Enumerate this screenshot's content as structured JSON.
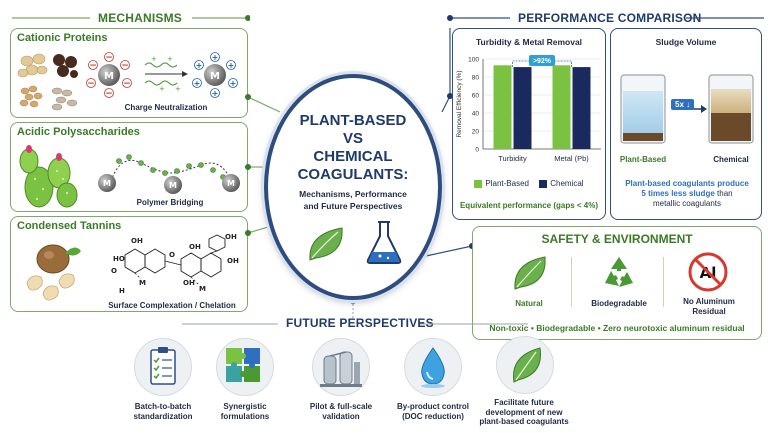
{
  "mechanisms": {
    "title": "MECHANISMS",
    "cationic": {
      "title": "Cationic Proteins",
      "caption": "Charge Neutralization",
      "m_label": "M"
    },
    "acidic": {
      "title": "Acidic Polysaccharides",
      "caption": "Polymer Bridging",
      "m_label": "M"
    },
    "tannins": {
      "title": "Condensed Tannins",
      "caption": "Surface Complexation / Chelation",
      "m_label": "M"
    }
  },
  "center": {
    "line1": "PLANT-BASED",
    "line2": "VS",
    "line3": "CHEMICAL",
    "line4": "COAGULANTS:",
    "sub1": "Mechanisms, Performance",
    "sub2": "and Future Perspectives"
  },
  "performance": {
    "title": "PERFORMANCE COMPARISON",
    "removal": {
      "title": "Turbidity & Metal Removal",
      "gap_badge": ">92%",
      "footnote": "Equivalent performance (gaps < 4%)"
    },
    "sludge": {
      "title": "Sludge Volume",
      "badge": "5x ↓",
      "plant_label": "Plant-Based",
      "chemical_label": "Chemical",
      "note_line1": "Plant-based coagulants produce",
      "note_line2": "5 times less sludge",
      "note_line3": "than",
      "note_line4": "metallic coagulants"
    }
  },
  "chart_data": {
    "type": "bar",
    "title": "Turbidity & Metal Removal",
    "categories": [
      "Turbidity",
      "Metal (Pb)"
    ],
    "series": [
      {
        "name": "Plant-Based",
        "values": [
          93,
          93
        ],
        "color": "#7cc242"
      },
      {
        "name": "Chemical",
        "values": [
          91,
          91
        ],
        "color": "#1a2a5e"
      }
    ],
    "ylabel": "Removal Efficiency (%)",
    "ylim": [
      0,
      100
    ],
    "yticks": [
      0,
      20,
      40,
      60,
      80,
      100
    ],
    "legend": "bottom"
  },
  "safety": {
    "title": "SAFETY & ENVIRONMENT",
    "items": [
      {
        "label": "Natural"
      },
      {
        "label": "Biodegradable"
      },
      {
        "label_line1": "No Aluminum",
        "label_line2": "Residual",
        "badge": "Al"
      }
    ],
    "summary": "Non-toxic • Biodegradable • Zero neurotoxic aluminum residual"
  },
  "future": {
    "title": "FUTURE PERSPECTIVES",
    "items": [
      {
        "line1": "Batch-to-batch",
        "line2": "standardization"
      },
      {
        "line1": "Synergistic",
        "line2": "formulations"
      },
      {
        "line1": "Pilot & full-scale",
        "line2": "validation"
      },
      {
        "line1": "By-product control",
        "line2": "(DOC reduction)"
      },
      {
        "line1": "Facilitate future",
        "line2": "development of new",
        "line3": "plant-based coagulants"
      }
    ]
  },
  "colors": {
    "green": "#3b7a26",
    "navy": "#1f3a6b",
    "bar_green": "#7cc242",
    "bar_navy": "#1a2a5e"
  }
}
